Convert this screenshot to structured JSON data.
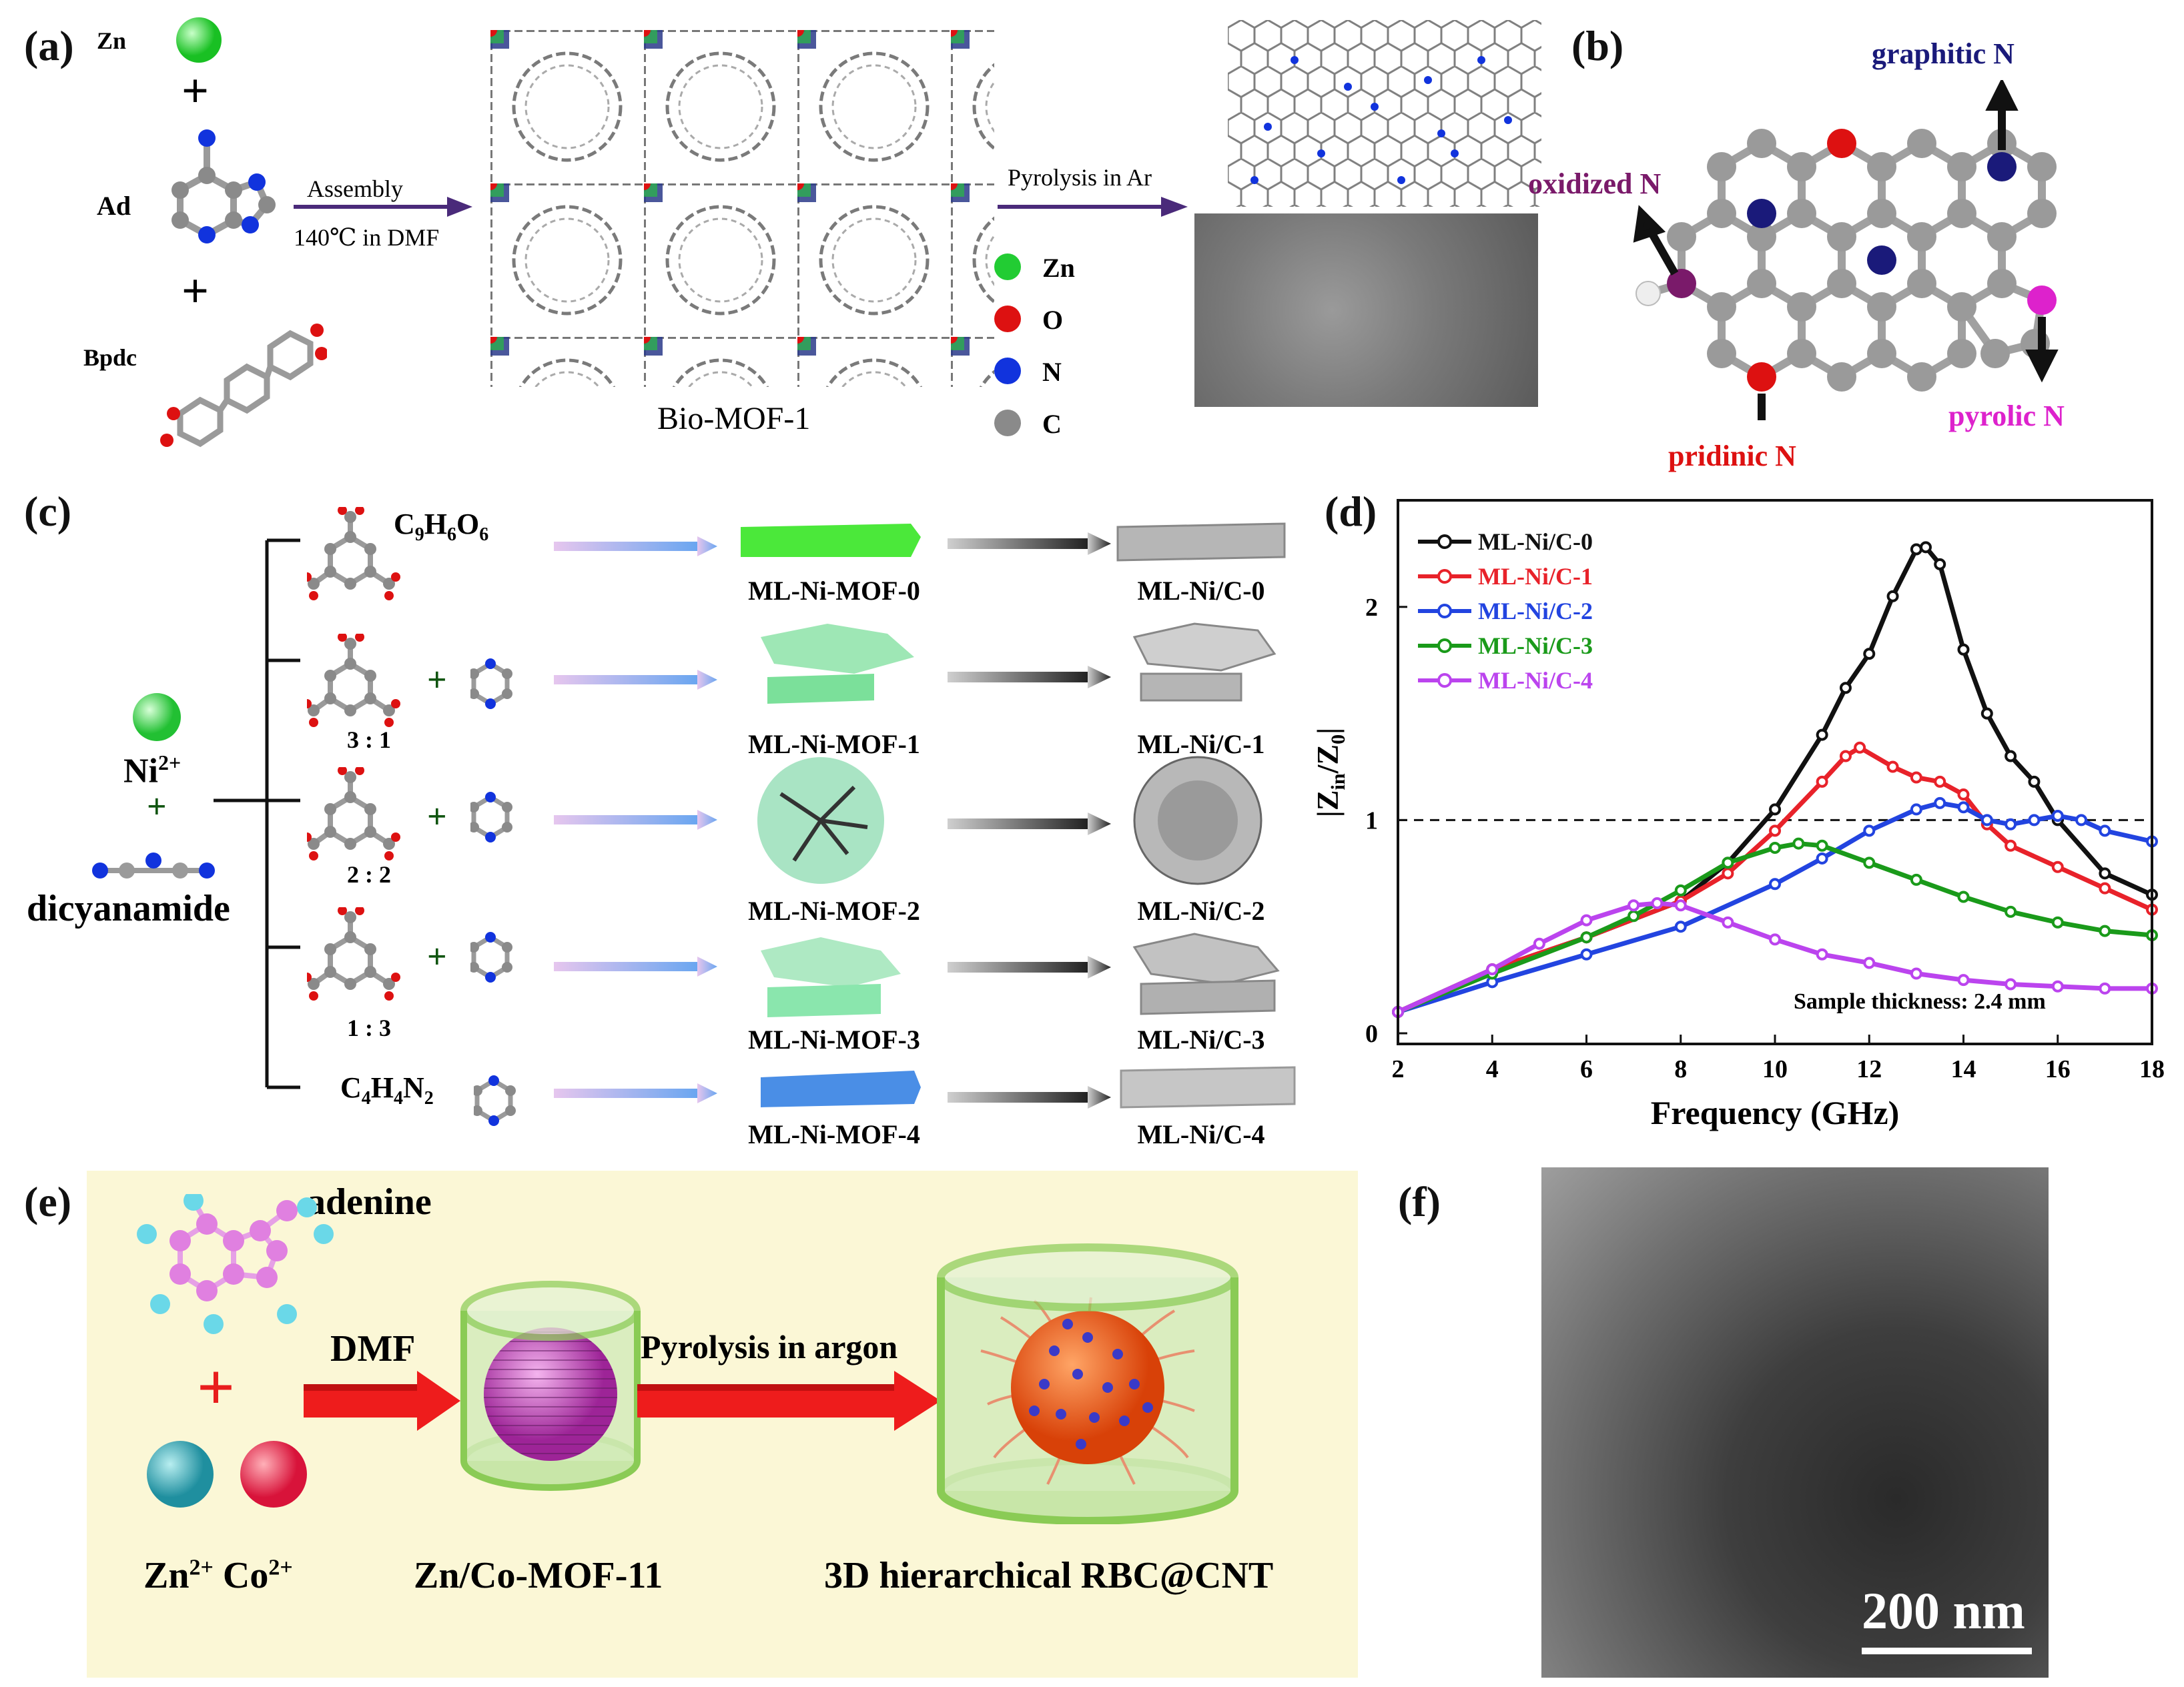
{
  "panel_labels": {
    "a": "(a)",
    "b": "(b)",
    "c": "(c)",
    "d": "(d)",
    "e": "(e)",
    "f": "(f)"
  },
  "panel_a": {
    "reactants": {
      "zn": "Zn",
      "ad": "Ad",
      "bpdc": "Bpdc"
    },
    "plus": "+",
    "arrow1_top": "Assembly",
    "arrow1_bottom": "140℃ in DMF",
    "arrow2_top": "Pyrolysis in Ar",
    "mof_name": "Bio-MOF-1",
    "legend": [
      {
        "label": "Zn",
        "color": "#22cc33"
      },
      {
        "label": "O",
        "color": "#dd1111"
      },
      {
        "label": "N",
        "color": "#1133dd"
      },
      {
        "label": "C",
        "color": "#8a8a8a"
      }
    ]
  },
  "panel_b": {
    "graphitic": "graphitic N",
    "oxidized": "oxidized N",
    "pyrolic": "pyrolic N",
    "pridinic": "pridinic N",
    "colors": {
      "graphitic": "#1a1a7a",
      "oxidized": "#7a1a6a",
      "pyrolic": "#dd22cc",
      "pridinic": "#dd1111"
    }
  },
  "panel_c": {
    "metal": "Ni",
    "metal_charge": "2+",
    "plus": "+",
    "ligand": "dicyanamide",
    "formula1": {
      "a": "C",
      "s1": "9",
      "b": "H",
      "s2": "6",
      "c": "O",
      "s3": "6"
    },
    "formula2": {
      "a": "C",
      "s1": "4",
      "b": "H",
      "s2": "4",
      "c": "N",
      "s3": "2"
    },
    "ratios": [
      "3 : 1",
      "2 : 2",
      "1 : 3"
    ],
    "mofs": [
      "ML-Ni-MOF-0",
      "ML-Ni-MOF-1",
      "ML-Ni-MOF-2",
      "ML-Ni-MOF-3",
      "ML-Ni-MOF-4"
    ],
    "carbons": [
      "ML-Ni/C-0",
      "ML-Ni/C-1",
      "ML-Ni/C-2",
      "ML-Ni/C-3",
      "ML-Ni/C-4"
    ]
  },
  "chart_data": {
    "type": "line",
    "xlabel": "Frequency (GHz)",
    "ylabel_main": "|Z",
    "ylabel_sub1": "in",
    "ylabel_mid": "/Z",
    "ylabel_sub2": "0",
    "ylabel_end": "|",
    "xlim": [
      2,
      18
    ],
    "ylim": [
      -0.05,
      2.5
    ],
    "xticks": [
      2,
      4,
      6,
      8,
      10,
      12,
      14,
      16,
      18
    ],
    "yticks": [
      0,
      1,
      2
    ],
    "reference_line": 1,
    "annotation": "Sample thickness: 2.4 mm",
    "legend_position": "top-left",
    "series": [
      {
        "name": "ML-Ni/C-0",
        "color": "#111111",
        "x": [
          2,
          4,
          6,
          8,
          9,
          10,
          11,
          11.5,
          12,
          12.5,
          13,
          13.2,
          13.5,
          14,
          14.5,
          15,
          15.5,
          16,
          17,
          18
        ],
        "y": [
          0.1,
          0.3,
          0.45,
          0.62,
          0.8,
          1.05,
          1.4,
          1.62,
          1.78,
          2.05,
          2.27,
          2.28,
          2.2,
          1.8,
          1.5,
          1.3,
          1.18,
          1.0,
          0.75,
          0.65
        ]
      },
      {
        "name": "ML-Ni/C-1",
        "color": "#e8222a",
        "x": [
          2,
          4,
          6,
          8,
          9,
          10,
          11,
          11.5,
          11.8,
          12.5,
          13,
          13.5,
          14,
          14.5,
          15,
          16,
          17,
          18
        ],
        "y": [
          0.1,
          0.3,
          0.45,
          0.62,
          0.75,
          0.95,
          1.18,
          1.3,
          1.34,
          1.25,
          1.2,
          1.18,
          1.12,
          0.98,
          0.88,
          0.78,
          0.68,
          0.58
        ]
      },
      {
        "name": "ML-Ni/C-2",
        "color": "#2244e0",
        "x": [
          2,
          4,
          6,
          8,
          10,
          11,
          12,
          13,
          13.5,
          14,
          14.5,
          15,
          15.5,
          16,
          16.5,
          17,
          18
        ],
        "y": [
          0.1,
          0.24,
          0.37,
          0.5,
          0.7,
          0.82,
          0.95,
          1.05,
          1.08,
          1.06,
          1.0,
          0.98,
          1.0,
          1.02,
          1.0,
          0.95,
          0.9
        ]
      },
      {
        "name": "ML-Ni/C-3",
        "color": "#1a9a1a",
        "x": [
          2,
          4,
          6,
          7,
          8,
          9,
          10,
          10.5,
          11,
          12,
          13,
          14,
          15,
          16,
          17,
          18
        ],
        "y": [
          0.1,
          0.28,
          0.45,
          0.55,
          0.67,
          0.8,
          0.87,
          0.89,
          0.88,
          0.8,
          0.72,
          0.64,
          0.57,
          0.52,
          0.48,
          0.46
        ]
      },
      {
        "name": "ML-Ni/C-4",
        "color": "#bb44ee",
        "x": [
          2,
          4,
          5,
          6,
          7,
          7.5,
          8,
          9,
          10,
          11,
          12,
          13,
          14,
          15,
          16,
          17,
          18
        ],
        "y": [
          0.1,
          0.3,
          0.42,
          0.53,
          0.6,
          0.61,
          0.6,
          0.52,
          0.44,
          0.37,
          0.33,
          0.28,
          0.25,
          0.23,
          0.22,
          0.21,
          0.21
        ]
      }
    ]
  },
  "panel_e": {
    "adenine": "adenine",
    "plus": "+",
    "arrow1": "DMF",
    "arrow2": "Pyrolysis in argon",
    "zn": "Zn",
    "zn_charge": "2+",
    "co": "Co",
    "co_charge": "2+",
    "mof": "Zn/Co-MOF-11",
    "product": "3D hierarchical RBC@CNT"
  },
  "panel_f": {
    "scalebar": "200 nm"
  }
}
